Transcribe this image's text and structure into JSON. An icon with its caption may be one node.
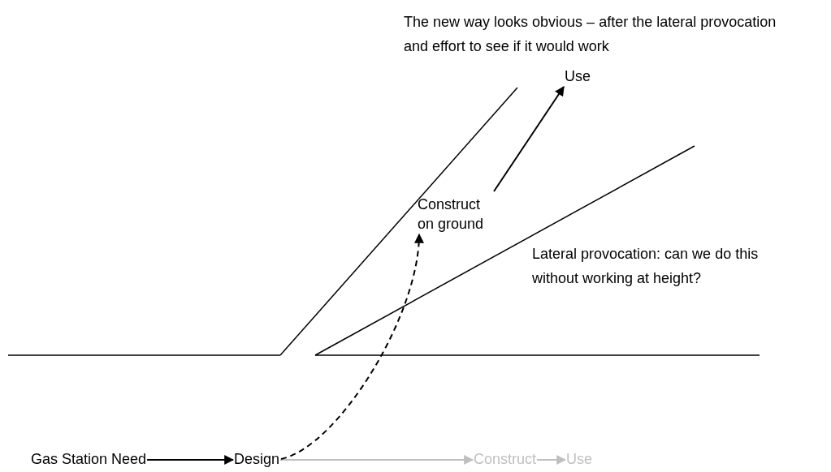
{
  "diagram": {
    "nodes": [
      {
        "text": [
          "Gas Station Need"
        ]
      },
      {
        "text": [
          "Design"
        ]
      },
      {
        "text": [
          "Construct"
        ]
      },
      {
        "text": [
          "Use"
        ]
      },
      {
        "text": [
          "Construct on ground"
        ]
      },
      {
        "text": [
          "Use"
        ]
      }
    ],
    "edges": [
      {
        "from": 0,
        "to": 1,
        "arrow": "to"
      },
      {
        "from": 1,
        "to": 2,
        "arrow": "to",
        "color": "#bfbfbf"
      },
      {
        "from": 2,
        "to": 3,
        "arrow": "to",
        "color": "#bfbfbf"
      },
      {
        "from": 1,
        "to": 4,
        "arrow": "to",
        "style": "dashed"
      },
      {
        "from": 4,
        "to": 5,
        "arrow": "to"
      }
    ],
    "labels": [
      "The new way looks obvious – after the lateral provocation and effort to see if it would work",
      "Lateral provocation: can we do this without working at height?"
    ]
  }
}
